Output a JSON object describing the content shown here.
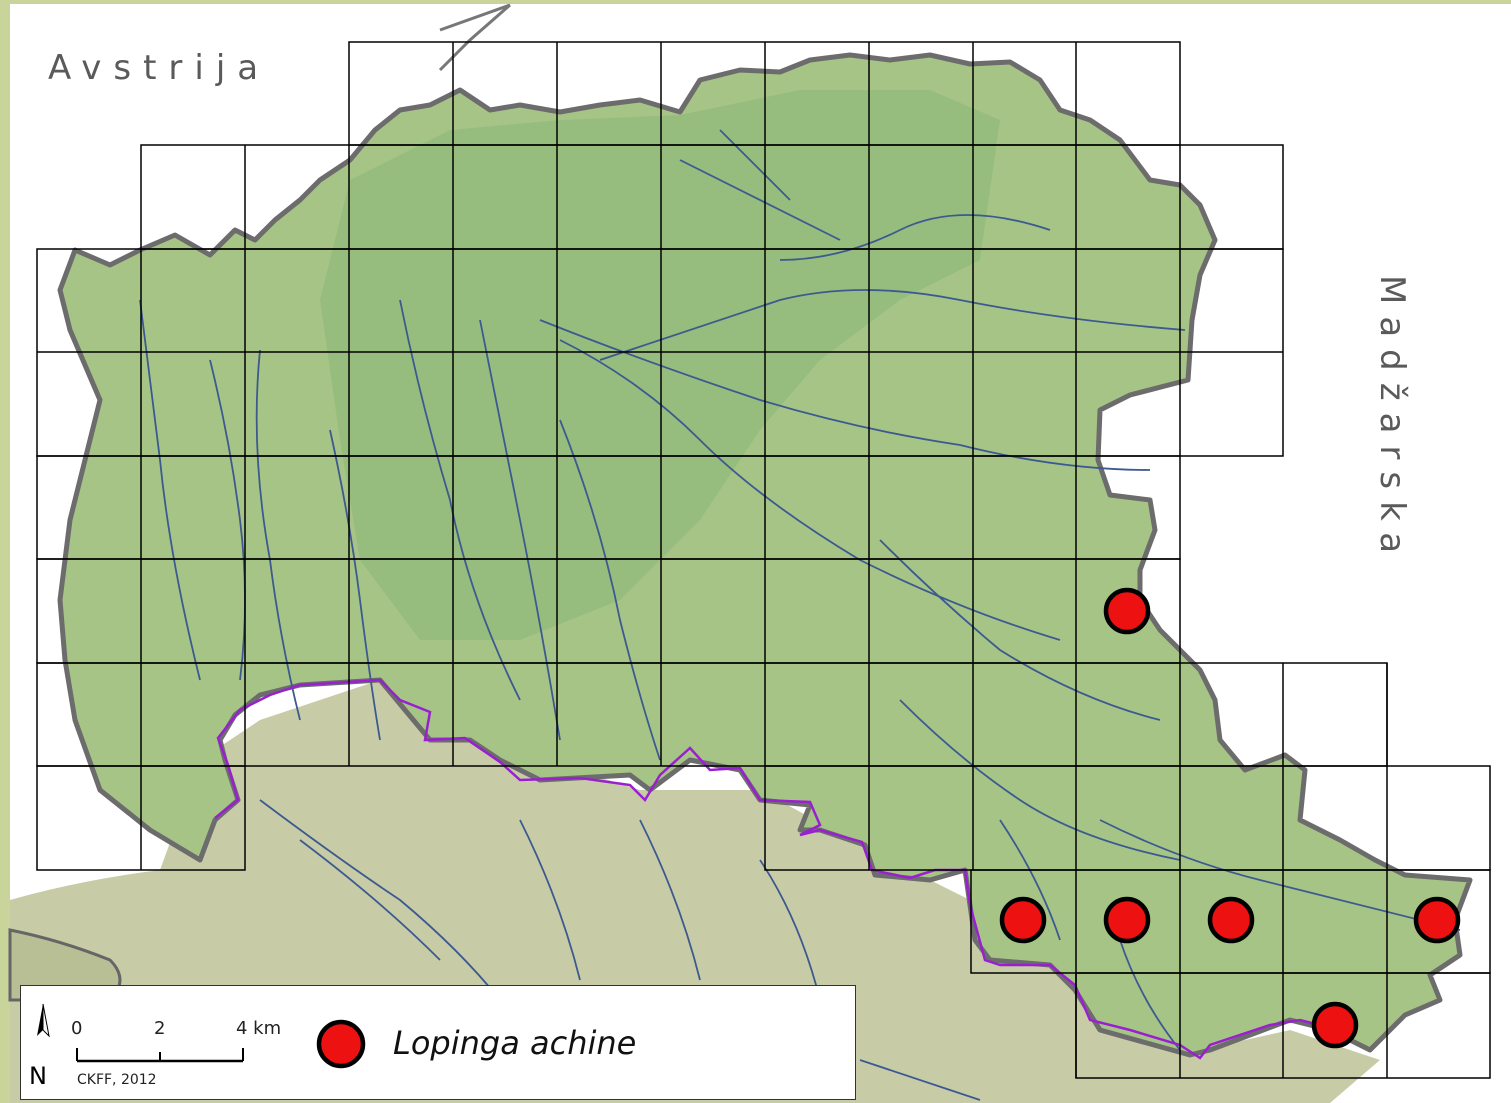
{
  "map": {
    "country_labels": {
      "austria": "Avstrija",
      "hungary": "Madžarska"
    },
    "colors": {
      "frame": "#c8d49a",
      "outside": "#ffffff",
      "region_relief": "#9cc083",
      "lowland": "#c6c9a4",
      "grid_line": "#000000",
      "border_line": "#9a1fd0",
      "river": "#3d5a90",
      "occurrence_fill": "#ee1111",
      "occurrence_stroke": "#000000"
    }
  },
  "legend": {
    "scale_ticks": [
      "0",
      "2",
      "4 km"
    ],
    "credit": "CKFF, 2012",
    "north_letter": "N",
    "species": "Lopinga achine"
  }
}
